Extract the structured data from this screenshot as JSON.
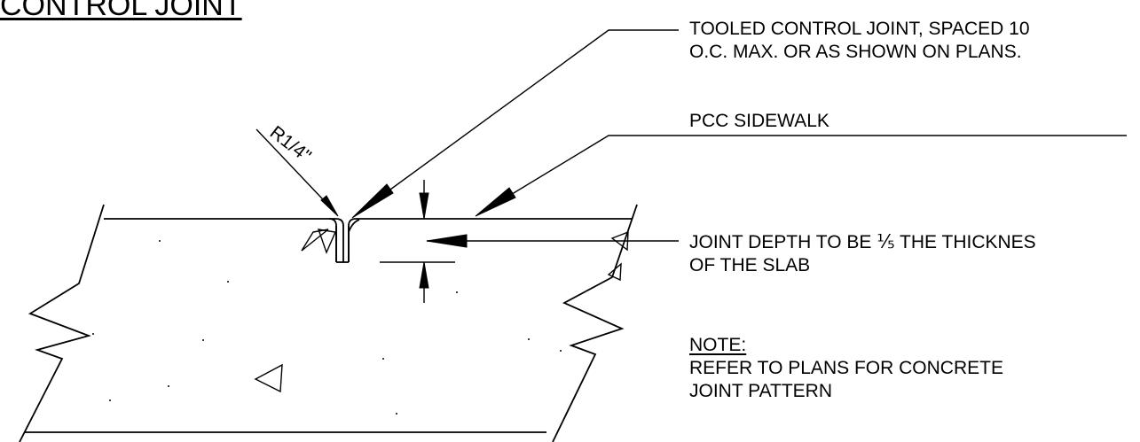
{
  "title": "CONTROL JOINT",
  "radius_label": "R1/4\"",
  "callouts": {
    "tooled_joint": {
      "line1": "TOOLED CONTROL JOINT, SPACED 10",
      "line2": "O.C. MAX. OR AS SHOWN ON PLANS."
    },
    "sidewalk": {
      "line1": "PCC SIDEWALK"
    },
    "joint_depth": {
      "line1_pre": "JOINT DEPTH TO BE ",
      "fraction": "⅕",
      "line1_post": " THE THICKNES",
      "line2": "OF THE SLAB"
    },
    "note": {
      "heading": "NOTE:",
      "line1": "REFER TO PLANS FOR CONCRETE",
      "line2": "JOINT PATTERN"
    }
  },
  "colors": {
    "ink": "#000000",
    "background": "#ffffff"
  }
}
